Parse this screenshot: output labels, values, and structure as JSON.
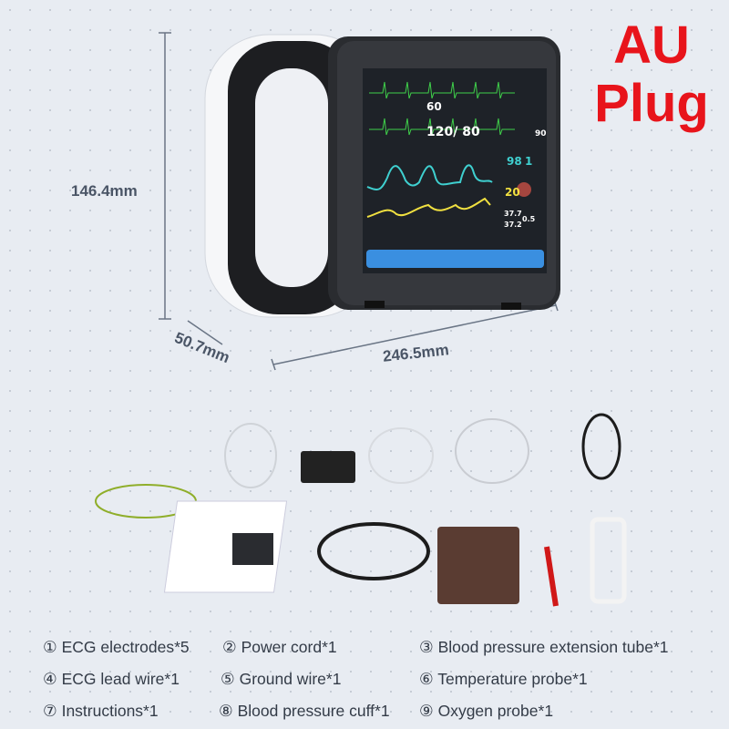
{
  "dimensions": {
    "height": "146.4mm",
    "depth": "50.7mm",
    "width": "246.5mm"
  },
  "badge": {
    "line1": "AU",
    "line2": "Plug"
  },
  "monitor_screen": {
    "hr": "60",
    "nibp": "120/ 80",
    "nibp_mean": "90",
    "spo2": "98",
    "pr": "1",
    "resp": "20",
    "temp1": "37.7",
    "temp2": "37.2",
    "temp_diff": "0.5"
  },
  "accessories": [
    {
      "num": "①",
      "label": "ECG electrodes*5"
    },
    {
      "num": "②",
      "label": "Power cord*1"
    },
    {
      "num": "③",
      "label": "Blood pressure extension tube*1"
    },
    {
      "num": "④",
      "label": "ECG lead wire*1"
    },
    {
      "num": "⑤",
      "label": "Ground wire*1"
    },
    {
      "num": "⑥",
      "label": "Temperature probe*1"
    },
    {
      "num": "⑦",
      "label": "Instructions*1"
    },
    {
      "num": "⑧",
      "label": "Blood pressure cuff*1"
    },
    {
      "num": "⑨",
      "label": "Oxygen probe*1"
    }
  ],
  "colors": {
    "accent": "#e8141b",
    "ecg": "#3fd04a",
    "spo2": "#3fd0d0",
    "resp": "#f0e040"
  }
}
